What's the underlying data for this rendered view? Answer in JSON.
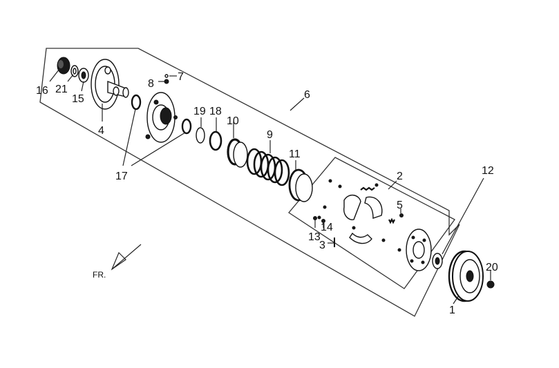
{
  "diagram": {
    "callouts": {
      "c1": "1",
      "c2": "2",
      "c3": "3",
      "c4": "4",
      "c5": "5",
      "c6": "6",
      "c7": "7",
      "c8": "8",
      "c9": "9",
      "c10": "10",
      "c11": "11",
      "c12": "12",
      "c13": "13",
      "c14": "14",
      "c15": "15",
      "c16": "16",
      "c17": "17",
      "c18": "18",
      "c19": "19",
      "c20": "20",
      "c21": "21"
    },
    "direction_label": "FR."
  }
}
